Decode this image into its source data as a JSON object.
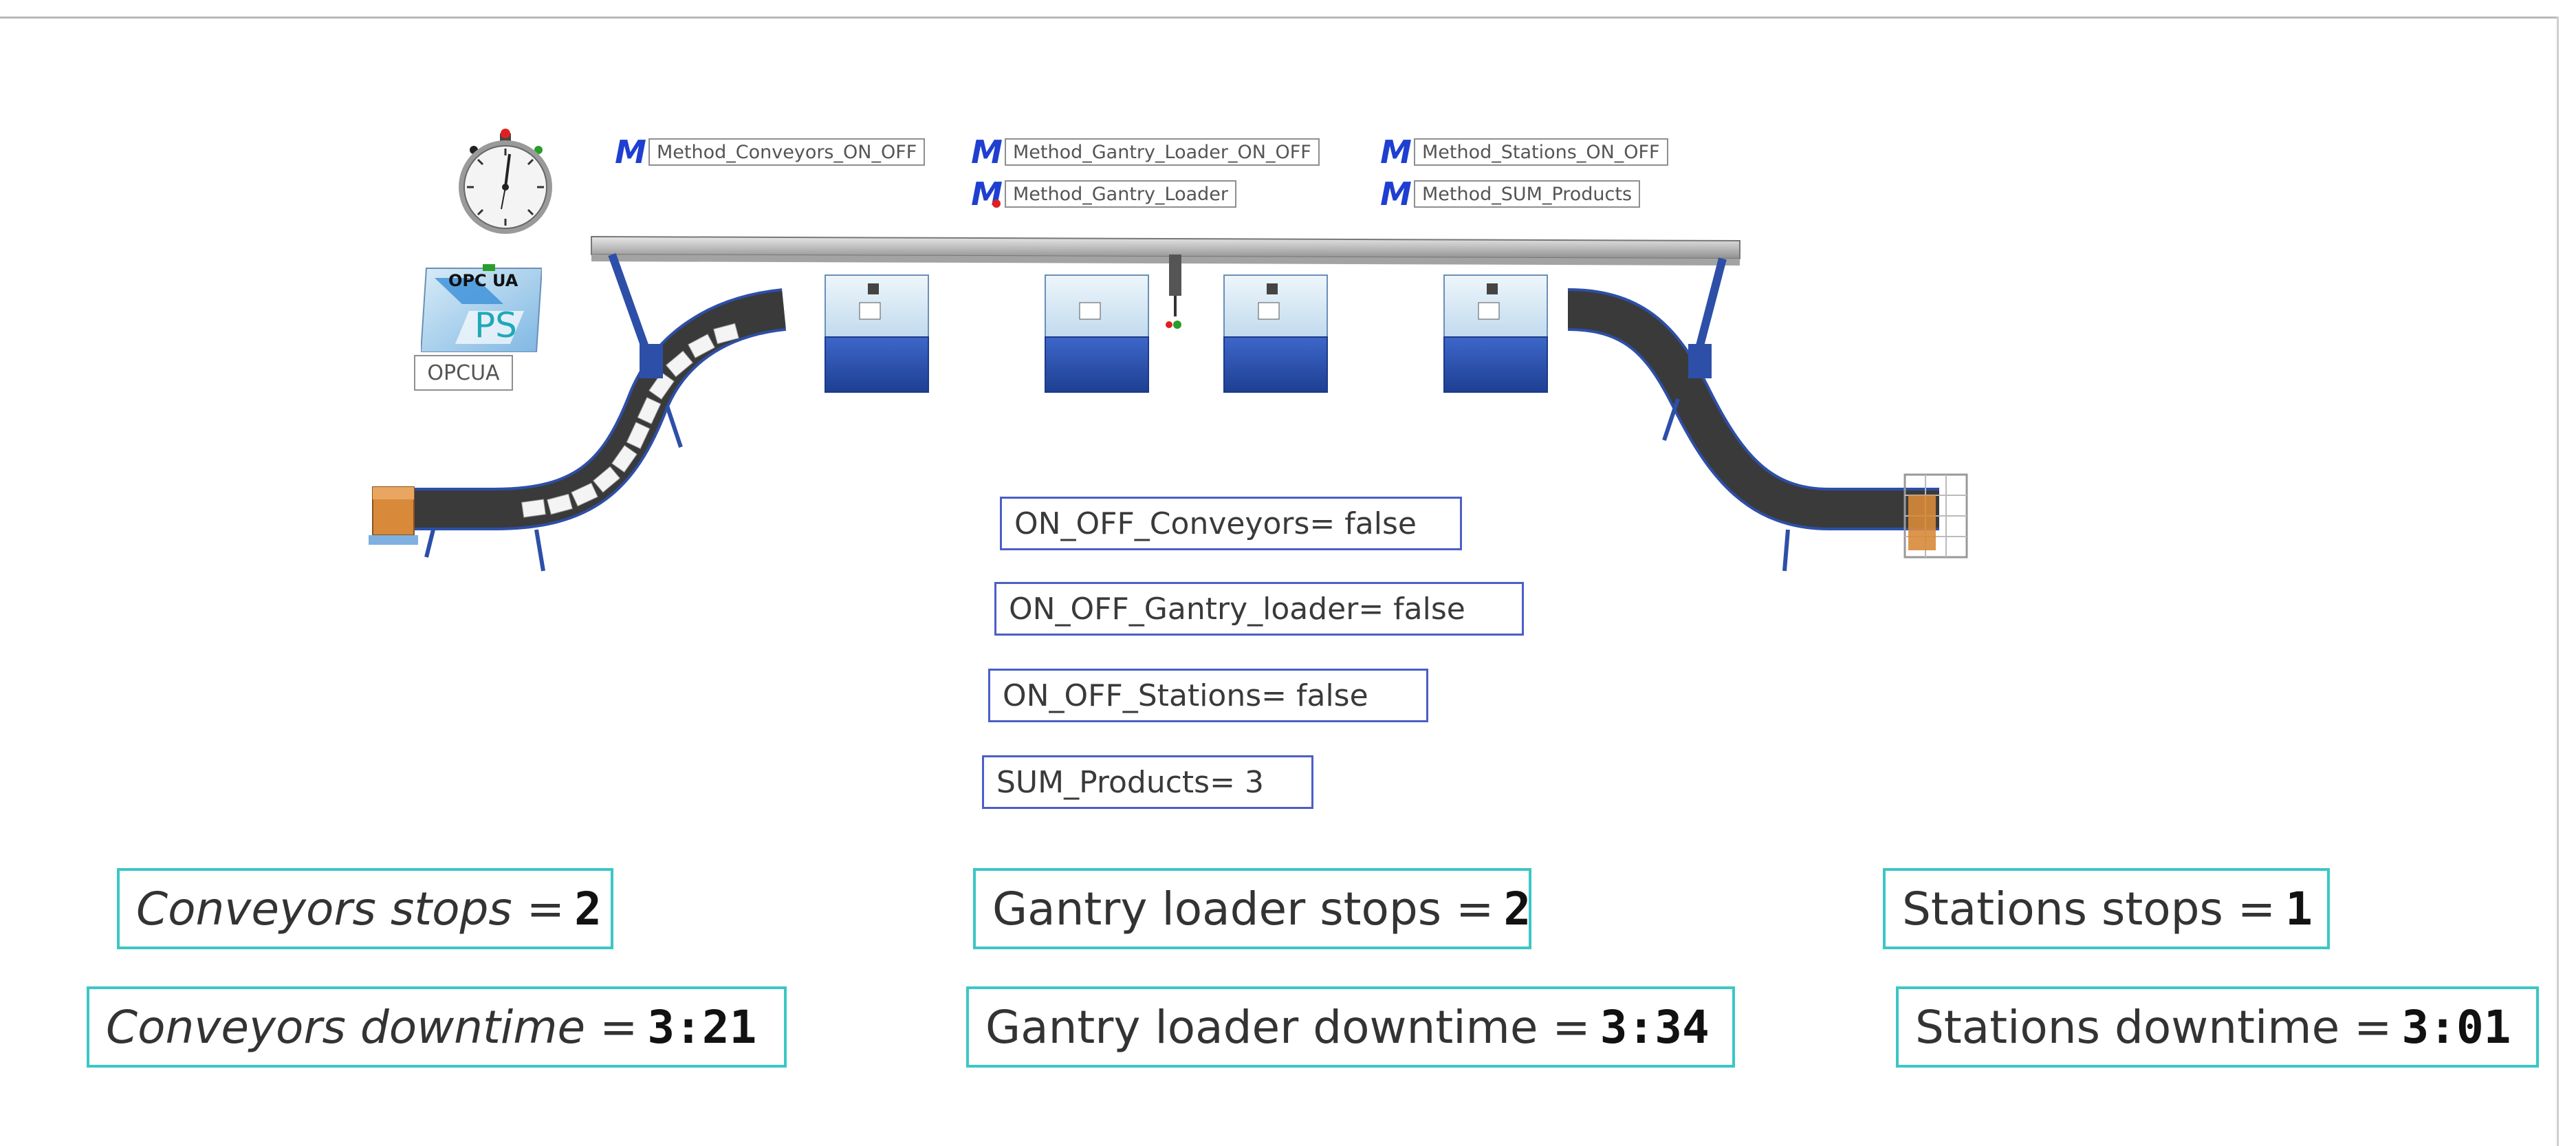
{
  "methods": [
    {
      "label": "Method_Conveyors_ON_OFF"
    },
    {
      "label": "Method_Gantry_Loader_ON_OFF"
    },
    {
      "label": "Method_Stations_ON_OFF"
    },
    {
      "label": "Method_Gantry_Loader"
    },
    {
      "label": "Method_SUM_Products"
    }
  ],
  "opc": {
    "tile_title": "OPC UA",
    "tile_ps": "PS",
    "label": "OPCUA"
  },
  "variables": [
    {
      "text": "ON_OFF_Conveyors= false"
    },
    {
      "text": "ON_OFF_Gantry_loader= false"
    },
    {
      "text": "ON_OFF_Stations= false"
    },
    {
      "text": "SUM_Products= 3"
    }
  ],
  "kpis": {
    "conveyors_stops": {
      "label": "Conveyors stops =",
      "value": "2"
    },
    "conveyors_downtime": {
      "label": "Conveyors downtime =",
      "value": "3:21"
    },
    "gantry_stops": {
      "label": "Gantry loader stops =",
      "value": "2"
    },
    "gantry_downtime": {
      "label": "Gantry loader downtime =",
      "value": "3:34"
    },
    "stations_stops": {
      "label": "Stations stops =",
      "value": "1"
    },
    "stations_downtime": {
      "label": "Stations downtime =",
      "value": "3:01"
    }
  },
  "colors": {
    "method_icon": "#1f3fd1",
    "value_border": "#4b5fc7",
    "kpi_border": "#3cc6c6",
    "conveyor_belt": "#3a3a3a",
    "station_blue": "#2b53b8"
  }
}
